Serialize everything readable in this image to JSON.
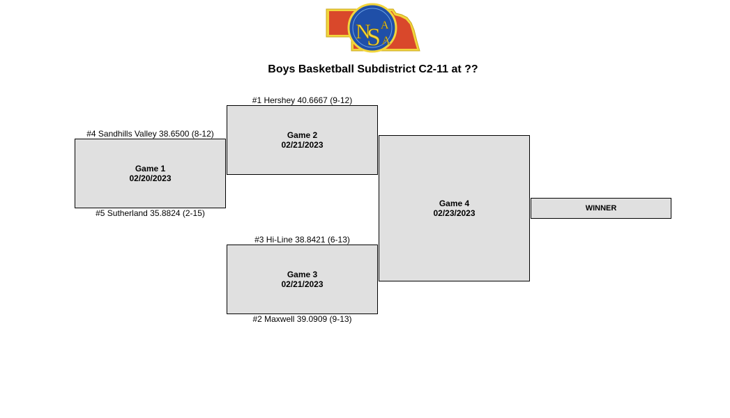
{
  "header": {
    "logo_letters": "NSAA",
    "title": "Boys Basketball Subdistrict C2-11 at ??"
  },
  "bracket": {
    "teams": {
      "seed1": "#1 Hershey 40.6667 (9-12)",
      "seed4": "#4 Sandhills Valley 38.6500 (8-12)",
      "seed5": "#5 Sutherland 35.8824 (2-15)",
      "seed3": "#3 Hi-Line 38.8421 (6-13)",
      "seed2": "#2 Maxwell 39.0909 (9-13)"
    },
    "games": {
      "game1": {
        "label": "Game 1",
        "date": "02/20/2023"
      },
      "game2": {
        "label": "Game 2",
        "date": "02/21/2023"
      },
      "game3": {
        "label": "Game 3",
        "date": "02/21/2023"
      },
      "game4": {
        "label": "Game 4",
        "date": "02/23/2023"
      }
    },
    "winner_label": "WINNER"
  },
  "colors": {
    "box_fill": "#e0e0e0",
    "logo_red": "#d9482b",
    "logo_gold": "#f2d53c",
    "logo_blue": "#1f4fa8"
  }
}
